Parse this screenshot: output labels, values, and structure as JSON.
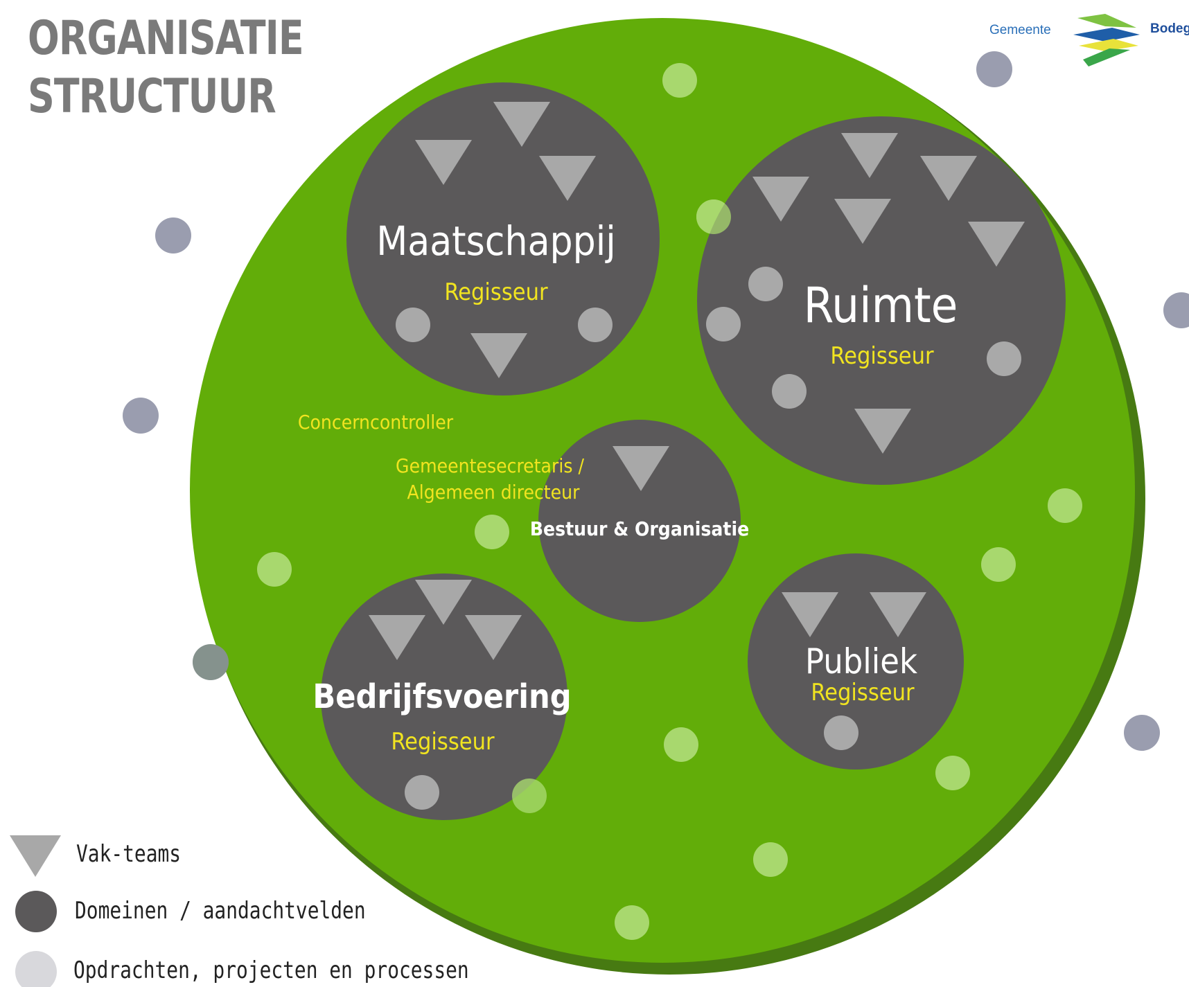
{
  "title": {
    "line1": "ORGANISATIE",
    "line2": "STRUCTUUR"
  },
  "logo": {
    "prefix": "Gemeente",
    "name": "Bodeg"
  },
  "colors": {
    "outer_circle": "#62ad09",
    "outer_shadow": "#477a12",
    "domain": "#5b595a",
    "vakteam": "#a8a8a8",
    "project_on_green": "#a8d86e",
    "project_in_domain": "#a9a9a9",
    "external_dot": "#9a9daf",
    "role_text": "#f1e420",
    "domain_text": "#ffffff"
  },
  "domains": {
    "maatschappij": {
      "name": "Maatschappij",
      "role": "Regisseur"
    },
    "ruimte": {
      "name": "Ruimte",
      "role": "Regisseur"
    },
    "bestuur": {
      "name": "Bestuur & Organisatie"
    },
    "bedrijfsvoering": {
      "name": "Bedrijfsvoering",
      "role": "Regisseur"
    },
    "publiek": {
      "name": "Publiek",
      "role": "Regisseur"
    }
  },
  "roles": {
    "concerncontroller": "Concerncontroller",
    "secretaris_line1": "Gemeentesecretaris /",
    "secretaris_line2": "Algemeen directeur"
  },
  "legend": {
    "vakteams": "Vak-teams",
    "domeinen": "Domeinen / aandachtvelden",
    "opdrachten": "Opdrachten, projecten en processen"
  }
}
